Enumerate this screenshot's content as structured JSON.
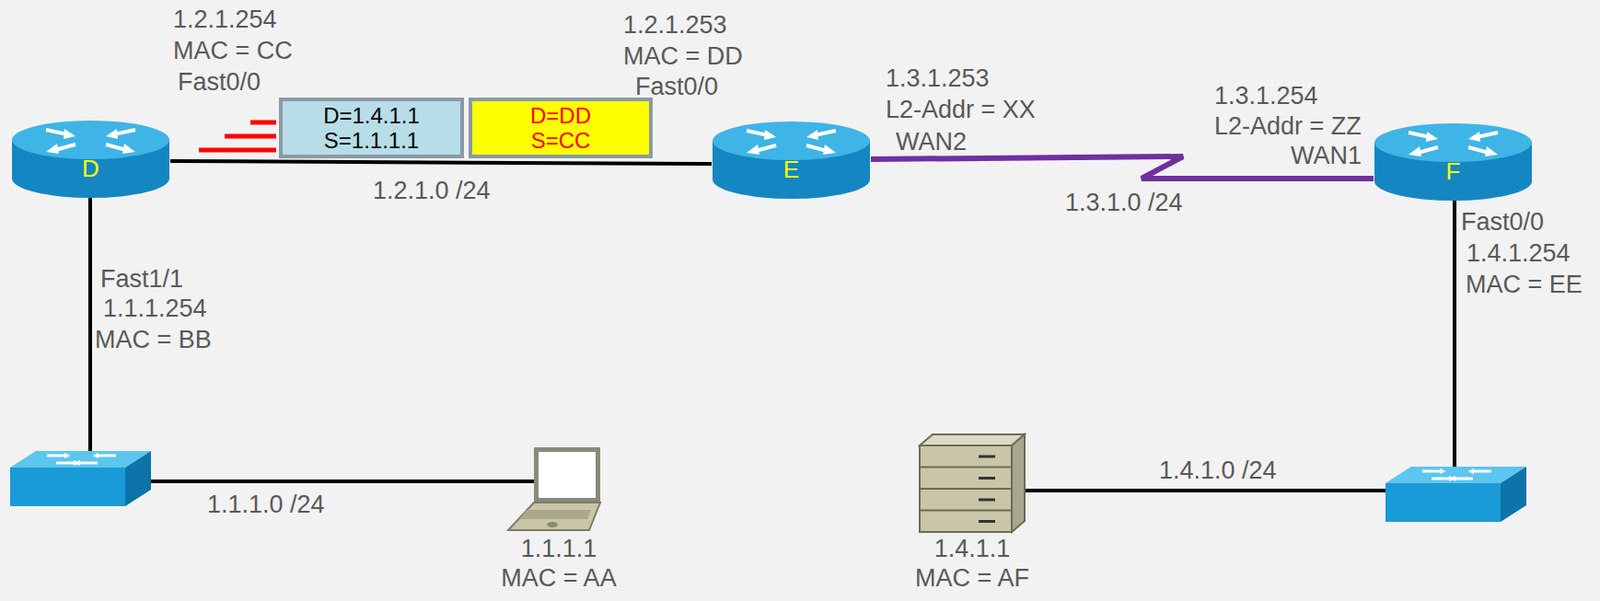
{
  "diagram": {
    "nodes": [
      {
        "text": [
          "D"
        ]
      },
      {
        "text": [
          "D=1.4.1.1",
          "S=1.1.1.1"
        ]
      },
      {
        "text": [
          "D=DD",
          "S=CC"
        ]
      },
      {
        "text": [
          "E"
        ]
      },
      {
        "text": [
          "F"
        ]
      },
      {
        "text": [
          "1.1.1.1",
          "MAC = AA"
        ]
      },
      {
        "text": [
          "1.4.1.1",
          "MAC = AF"
        ]
      }
    ],
    "edges": [
      {
        "from": 0,
        "to": 3,
        "arrow": "none"
      },
      {
        "from": 3,
        "to": 4,
        "arrow": "none"
      }
    ],
    "labels": [
      "1.2.1.254",
      "MAC = CC",
      "Fast0/0",
      "1.2.1.253",
      "MAC = DD",
      "Fast0/0",
      "1.2.1.0 /24",
      "1.3.1.253",
      "L2-Addr = XX",
      "WAN2",
      "1.3.1.254",
      "L2-Addr = ZZ",
      "WAN1",
      "1.3.1.0 /24",
      "Fast0/0",
      "1.4.1.254",
      "MAC = EE",
      "Fast1/1",
      "1.1.1.254",
      "MAC = BB",
      "1.1.1.0 /24",
      "1.4.1.0 /24"
    ]
  }
}
